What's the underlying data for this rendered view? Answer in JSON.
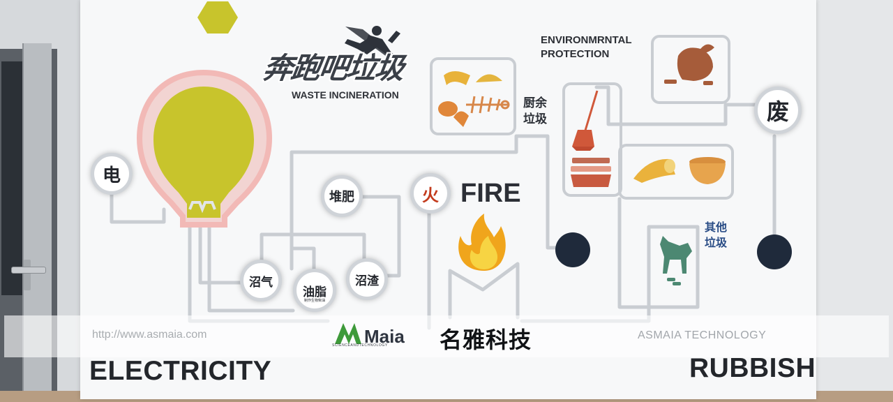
{
  "board": {
    "title_cn": "奔跑吧垃圾",
    "waste_incineration": "WASTE INCINERATION",
    "environmental_protection": "ENVIRONMRNTAL PROTECTION",
    "fire": "FIRE",
    "electricity": "ELECTRICITY",
    "rubbish": "RUBBISH",
    "kitchen_waste": "厨余垃圾",
    "other_waste": "其他垃圾"
  },
  "circles": {
    "electricity": "电",
    "fertilizer": "堆肥",
    "fire": "火",
    "waste": "废",
    "biogas": "沼气",
    "oil": "油脂",
    "oil_sub": "制作生物柴油",
    "residue": "沼渣"
  },
  "watermark": {
    "url": "http://www.asmaia.com",
    "logo_text": "Maia",
    "logo_sub": "SCIENCEANDTECHNOLOGY",
    "company_cn": "名雅科技",
    "company_en": "ASMAIA  TECHNOLOGY"
  },
  "colors": {
    "bulb": "#c8c42c",
    "bulb_glow": "#f2b9b6",
    "hexagon": "#c8c42c",
    "knob": "#1f2a3b",
    "pipe": "#c9cdd2",
    "flame_outer": "#f0a51c",
    "flame_inner": "#f7d443"
  }
}
